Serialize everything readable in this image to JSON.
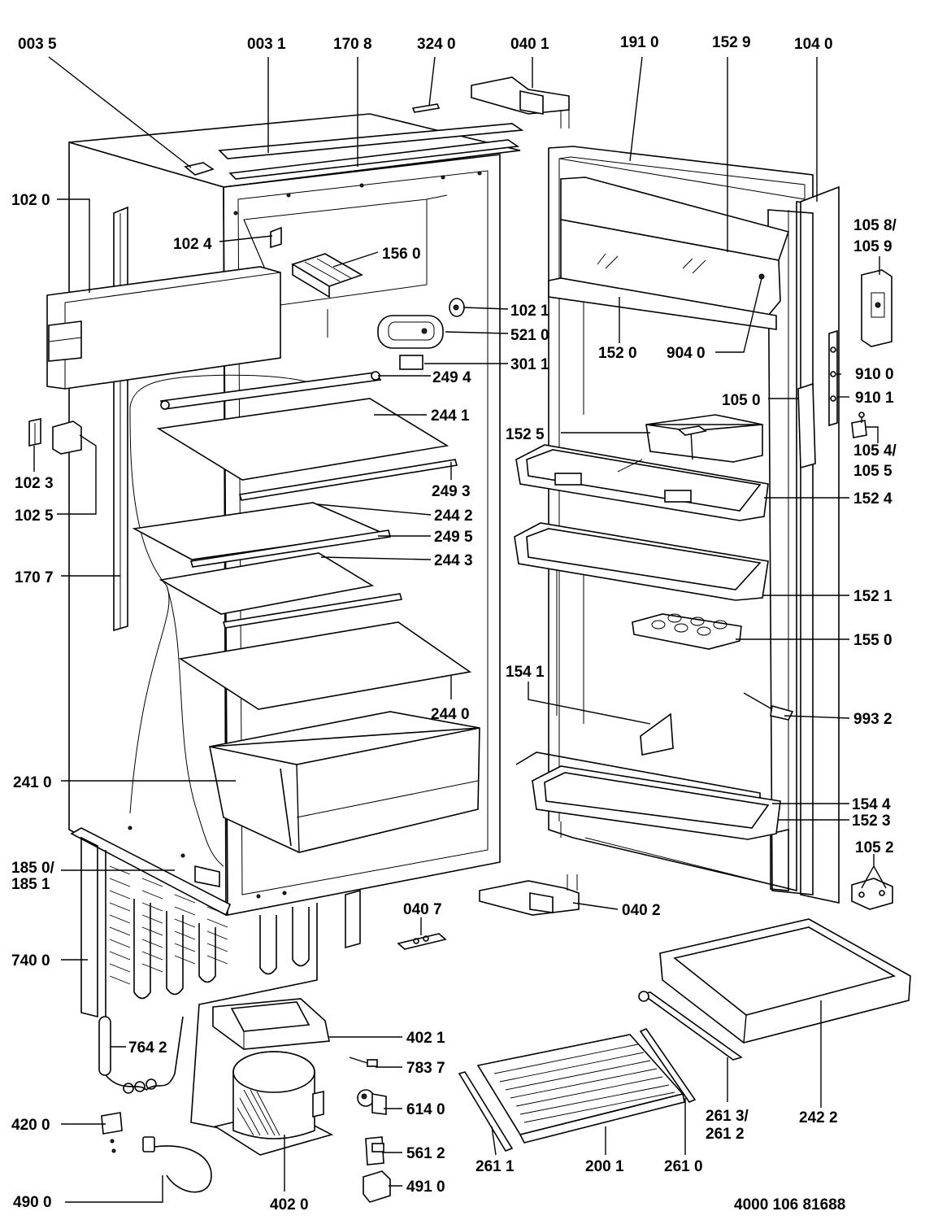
{
  "document_number": "4000 106 81688",
  "labels": {
    "p0035": "003 5",
    "p0031": "003 1",
    "p1708": "170 8",
    "p3240": "324 0",
    "p0401": "040 1",
    "p1910": "191 0",
    "p1529": "152 9",
    "p1040": "104 0",
    "p1020": "102 0",
    "p1024": "102 4",
    "p1560": "156 0",
    "p1021": "102 1",
    "p5210": "521 0",
    "p3011": "301 1",
    "p2494": "249 4",
    "p1520": "152 0",
    "p9040": "904 0",
    "p1058": "105 8/",
    "p1059": "105 9",
    "p9100": "910 0",
    "p9101": "910 1",
    "p1050": "105 0",
    "p2441": "244 1",
    "p1525": "152 5",
    "p1054": "105 4/",
    "p1055": "105 5",
    "p1023": "102 3",
    "p2493": "249 3",
    "p1524": "152 4",
    "p1025": "102 5",
    "p2442": "244 2",
    "p2495": "249 5",
    "p2443": "244 3",
    "p1707": "170 7",
    "p1521": "152 1",
    "p1550": "155 0",
    "p1541": "154 1",
    "p9932": "993 2",
    "p2440": "244 0",
    "p2410": "241 0",
    "p1544": "154 4",
    "p1523": "152 3",
    "p1850": "185 0/",
    "p1851": "185 1",
    "p1052": "105 2",
    "p0407": "040 7",
    "p0402": "040 2",
    "p7400": "740 0",
    "p4021": "402 1",
    "p7642": "764 2",
    "p7837": "783 7",
    "p2613": "261 3/",
    "p2612": "261 2",
    "p2422": "242 2",
    "p6140": "614 0",
    "p4200": "420 0",
    "p5612": "561 2",
    "p2611": "261 1",
    "p2001": "200 1",
    "p2610": "261 0",
    "p4910": "491 0",
    "p4900": "490 0",
    "p4020": "402 0"
  }
}
